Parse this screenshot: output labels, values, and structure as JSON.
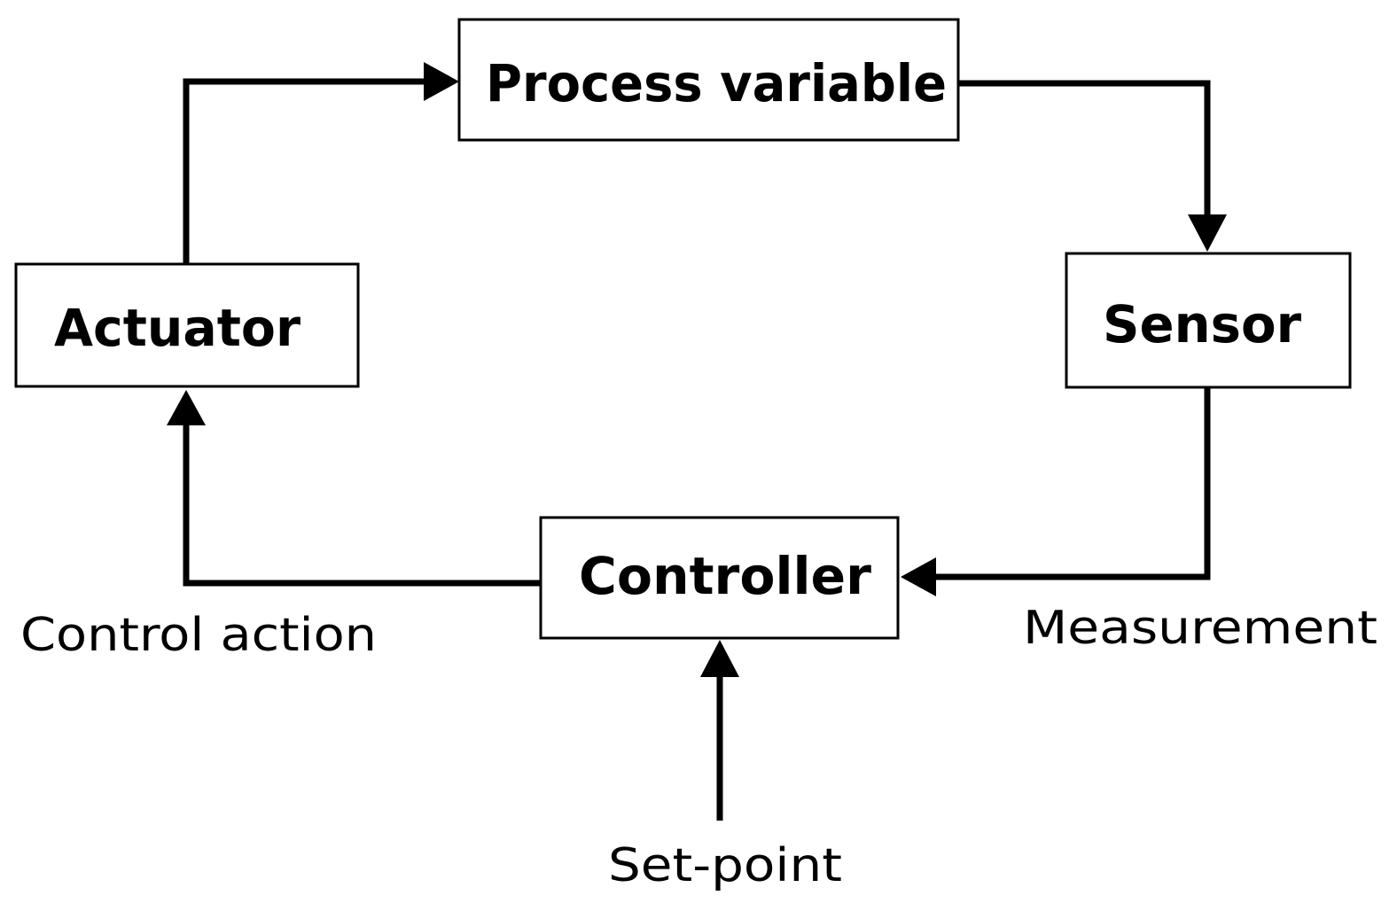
{
  "blocks": {
    "process_variable": "Process variable",
    "sensor": "Sensor",
    "controller": "Controller",
    "actuator": "Actuator"
  },
  "edges": {
    "measurement": "Measurement",
    "control_action": "Control action",
    "set_point": "Set-point"
  },
  "colors": {
    "stroke": "#000000",
    "background": "#ffffff"
  }
}
